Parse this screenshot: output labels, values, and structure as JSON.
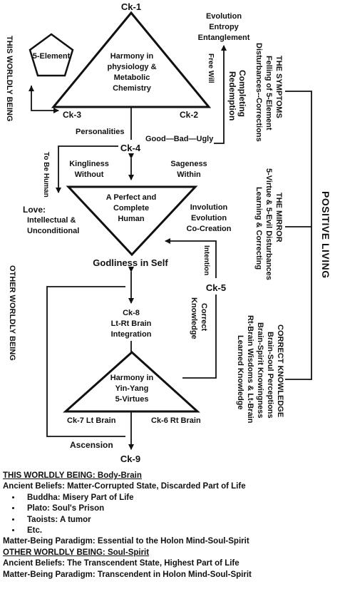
{
  "diagram": {
    "left_vertical": {
      "this_worldly": "THIS WORLDLY BEING",
      "other_worldly": "OTHER WORLDLY BEING"
    },
    "top_triangle": {
      "ck1": "Ck-1",
      "ck2": "Ck-2",
      "ck3": "Ck-3",
      "center": [
        "Harmony in",
        "physiology &",
        "Metabolic",
        "Chemistry"
      ]
    },
    "pentagon": "5-Element",
    "top_right": [
      "Evolution",
      "Entropy",
      "Entanglement"
    ],
    "free_will": "Free Will",
    "completing_redemption": [
      "Completing",
      "Redemption"
    ],
    "personalities": "Personalities",
    "good_bad_ugly": "Good—Bad—Ugly",
    "ck4": "Ck-4",
    "to_be_human": "To Be Human",
    "kingliness": [
      "Kingliness",
      "Without"
    ],
    "sageness": [
      "Sageness",
      "Within"
    ],
    "middle_triangle": [
      "A Perfect and",
      "Complete",
      "Human"
    ],
    "love": [
      "Love:",
      "Intellectual &",
      "Unconditional"
    ],
    "involution": [
      "Involution",
      "Evolution",
      "Co-Creation"
    ],
    "godliness": "Godliness in Self",
    "intention": "Intention",
    "ck5": "Ck-5",
    "correct_knowledge_side": [
      "Correct",
      "Knowledge"
    ],
    "ck8": [
      "Ck-8",
      "Lt-Rt Brain",
      "Integration"
    ],
    "bottom_triangle": {
      "center": [
        "Harmony in",
        "Yin-Yang",
        "5-Virtues"
      ],
      "ck7": "Ck-7 Lt Brain",
      "ck6": "Ck-6 Rt Brain"
    },
    "ascension": "Ascension",
    "ck9": "Ck-9",
    "right_columns": {
      "symptoms": [
        "THE SYMPTOMS",
        "Felling of 5-Element",
        "Disturbances--Corrections"
      ],
      "mirror": [
        "THE MIRROR",
        "5-Virtue & 5-Evil Disturbances",
        "Learning & Correcting"
      ],
      "correct_knowledge": [
        "CORRECT KNOWLEDGE",
        "Brain-Soul Perceptions",
        "Brain-Spirit Knowingness",
        "Rt-Brain Wisdoms & Lt-Brain",
        "Learned Knowledge"
      ]
    },
    "positive_living": "POSITIVE LIVING"
  },
  "bottom": {
    "this_worldly_heading": "THIS WORLDLY BEING: Body-Brain",
    "ancient_beliefs_1": "Ancient Beliefs: Matter-Corrupted State, Discarded Part of Life",
    "bullets": [
      "Buddha: Misery Part of Life",
      "Plato: Soul's Prison",
      "Taoists: A tumor",
      "Etc."
    ],
    "paradigm_1": "Matter-Being Paradigm: Essential to the Holon Mind-Soul-Spirit",
    "other_worldly_heading": "OTHER WORLDLY BEING: Soul-Spirit",
    "ancient_beliefs_2": "Ancient Beliefs: The Transcendent State, Highest Part of Life",
    "paradigm_2": "Matter-Being Paradigm: Transcendent in Holon Mind-Soul-Spirit"
  }
}
